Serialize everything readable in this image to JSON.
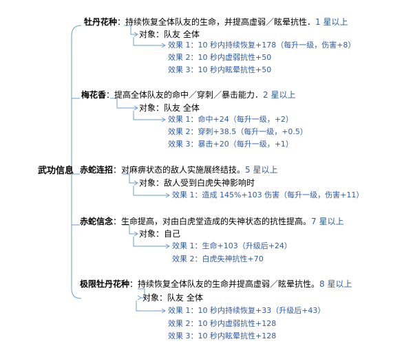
{
  "root": {
    "label": "武功信息"
  },
  "colors": {
    "line": "#6a9bd0",
    "effect_text": "#2f5aa8",
    "star_text": "#2f5aa8"
  },
  "skills": [
    {
      "name": "牡丹花种",
      "desc": "：持续恢复全体队友的生命，并提高虚弱／眩晕抗性．",
      "stars": "1 星以上",
      "target": "对象：队友 全体",
      "effects": [
        "效果 1：10 秒内持续恢复+178（每升一级，伤害+8）",
        "效果 2：10 秒内虚弱抗性+50",
        "效果 3：10 秒内眩晕抗性+50"
      ]
    },
    {
      "name": "梅花香",
      "desc": "：提高全体队友的命中／穿刺／暴击能力．",
      "stars": "2 星以上",
      "target": "对象：队友 全体",
      "effects": [
        "效果 1：命中+24（每升一级，+2）",
        "效果 2：穿刺+38.5（每升一级，+0.5）",
        "效果 3：暴击+20（每升一级，+1）"
      ]
    },
    {
      "name": "赤蛇连招",
      "desc": "：对麻痹状态的敌人实施展终结技。",
      "stars": "5 星以上",
      "target": "对象：敌人受到白虎失神影响时",
      "effects": [
        "效果 1：造成 145%+103 伤害（每升一级，伤害+11）"
      ]
    },
    {
      "name": "赤蛇信念",
      "desc": "：生命提高，对由白虎堂造成的失神状态的抗性提高。",
      "stars": "7 星以上",
      "target": "对象：自己",
      "effects": [
        "效果 1：生命+103（升级后+24）",
        "效果 2：白虎失神抗性+70"
      ]
    },
    {
      "name": "极限牡丹花种",
      "desc": "：持续恢复全体队友的生命并提高虚弱／眩晕抗性。",
      "stars": "8 星以上",
      "target": "对象：队友 全体",
      "effects": [
        "效果 1：10 秒内持续恢复+33（升级后+43）",
        "效果 2：10 秒内虚弱抗性+128",
        "效果 3：10 秒内眩晕抗性+128"
      ]
    }
  ]
}
